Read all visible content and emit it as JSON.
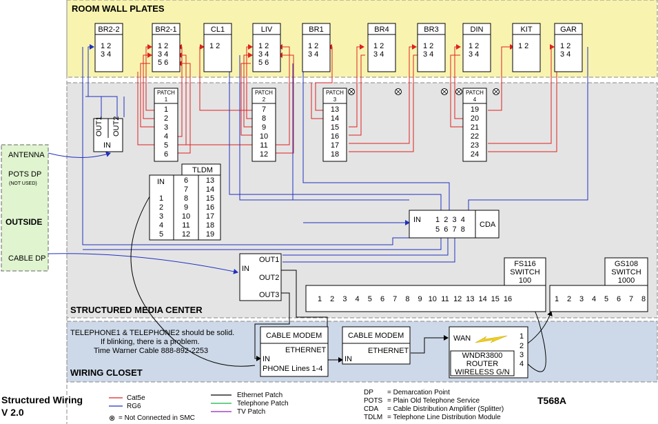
{
  "sections": {
    "room_wall_plates": "ROOM WALL PLATES",
    "structured_media_center": "STRUCTURED MEDIA CENTER",
    "wiring_closet": "WIRING CLOSET",
    "outside": "OUTSIDE"
  },
  "outside_items": {
    "antenna": "ANTENNA",
    "pots_dp": "POTS DP",
    "not_used": "(NOT USED)",
    "cable_dp": "CABLE DP"
  },
  "wall_plates": [
    {
      "label": "BR2-2",
      "rows": [
        "1  2",
        "3  4"
      ]
    },
    {
      "label": "BR2-1",
      "rows": [
        "1  2",
        "3  4",
        "5  6"
      ]
    },
    {
      "label": "CL1",
      "rows": [
        "1  2"
      ]
    },
    {
      "label": "LIV",
      "rows": [
        "1  2",
        "3  4",
        "5  6"
      ]
    },
    {
      "label": "BR1",
      "rows": [
        "1  2",
        "3  4"
      ]
    },
    {
      "label": "BR4",
      "rows": [
        "1  2",
        "3  4"
      ]
    },
    {
      "label": "BR3",
      "rows": [
        "1  2",
        "3  4"
      ]
    },
    {
      "label": "DIN",
      "rows": [
        "1  2",
        "3  4"
      ]
    },
    {
      "label": "KIT",
      "rows": [
        "1  2"
      ]
    },
    {
      "label": "GAR",
      "rows": [
        "1  2",
        "3  4"
      ]
    }
  ],
  "patches": [
    {
      "title": "PATCH",
      "num": "1",
      "ports": [
        "1",
        "2",
        "3",
        "4",
        "5",
        "6"
      ]
    },
    {
      "title": "PATCH",
      "num": "2",
      "ports": [
        "7",
        "8",
        "9",
        "10",
        "11",
        "12"
      ]
    },
    {
      "title": "PATCH",
      "num": "3",
      "ports": [
        "13",
        "14",
        "15",
        "16",
        "17",
        "18"
      ]
    },
    {
      "title": "PATCH",
      "num": "4",
      "ports": [
        "19",
        "20",
        "21",
        "22",
        "23",
        "24"
      ]
    }
  ],
  "splitter": {
    "out1": "OUT1",
    "out2": "OUT2",
    "in": "IN"
  },
  "tldm": {
    "title": "TLDM",
    "in": "IN",
    "col1": [
      "1",
      "2",
      "3",
      "4",
      "5"
    ],
    "col2": [
      "6",
      "7",
      "8",
      "9",
      "10",
      "11",
      "12"
    ],
    "col3": [
      "13",
      "14",
      "15",
      "16",
      "17",
      "18",
      "19"
    ]
  },
  "cda": {
    "label": "CDA",
    "in": "IN",
    "top": "1  2  3  4",
    "bottom": "5  6  7  8"
  },
  "splitter2": {
    "in": "IN",
    "out1": "OUT1",
    "out2": "OUT2",
    "out3": "OUT3"
  },
  "fs116": {
    "title": "FS116",
    "sub": "SWITCH",
    "speed": "100",
    "ports": [
      "1",
      "2",
      "3",
      "4",
      "5",
      "6",
      "7",
      "8",
      "9",
      "10",
      "11",
      "12",
      "13",
      "14",
      "15",
      "16"
    ]
  },
  "gs108": {
    "title": "GS108",
    "sub": "SWITCH",
    "speed": "1000",
    "ports": [
      "1",
      "2",
      "3",
      "4",
      "5",
      "6",
      "7",
      "8"
    ]
  },
  "closet_note": {
    "line1": "TELEPHONE1 & TELEPHONE2 should be solid.",
    "line2": "If blinking, there is a problem.",
    "line3": "Time Warner Cable 888-892-2253"
  },
  "modem1": {
    "title": "CABLE MODEM",
    "eth": "ETHERNET",
    "in": "IN",
    "phone": "PHONE Lines 1-4"
  },
  "modem2": {
    "title": "CABLE MODEM",
    "eth": "ETHERNET",
    "in": "IN"
  },
  "router": {
    "wan": "WAN",
    "ports": [
      "1",
      "2",
      "3",
      "4"
    ],
    "model": "WNDR3800",
    "type": "ROUTER",
    "desc": "WIRELESS G/N"
  },
  "footer": {
    "title1": "Structured Wiring",
    "title2": "V 2.0",
    "legend": [
      {
        "label": "Cat5e",
        "color": "#e02020"
      },
      {
        "label": "RG6",
        "color": "#2030c0"
      },
      {
        "label": "Ethernet Patch",
        "color": "#000000"
      },
      {
        "label": "Telephone Patch",
        "color": "#10b040"
      },
      {
        "label": "TV Patch",
        "color": "#9020c0"
      }
    ],
    "nc_symbol": "⊗",
    "nc_label": "= Not Connected in SMC",
    "defs": [
      {
        "abbr": "DP",
        "desc": "= Demarcation Point"
      },
      {
        "abbr": "POTS",
        "desc": "= Plain Old Telephone Service"
      },
      {
        "abbr": "CDA",
        "desc": "= Cable Distribution Amplifier (Splitter)"
      },
      {
        "abbr": "TDLM",
        "desc": "= Telephone Line Distribution Module"
      }
    ],
    "standard": "T568A"
  },
  "colors": {
    "red": "#e02020",
    "blue": "#2030c0",
    "yellow_bg": "#f8f4b0",
    "gray_bg": "#e4e4e4",
    "blue_bg": "#cdd9e8",
    "green_bg": "#dff4cf"
  }
}
